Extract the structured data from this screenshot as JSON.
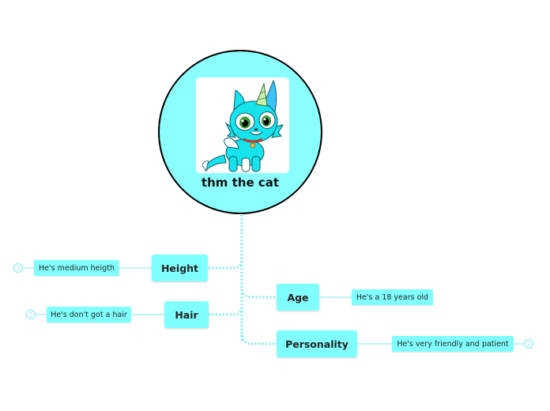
{
  "central": {
    "title": "thm the cat"
  },
  "topics": {
    "height": {
      "label": "Height",
      "detail": "He's medium heigth",
      "badge": "1"
    },
    "hair": {
      "label": "Hair",
      "detail": "He's don't got a hair",
      "badge": "2"
    },
    "age": {
      "label": "Age",
      "detail": "He's a 18 years old"
    },
    "personality": {
      "label": "Personality",
      "detail": "He's very friendly and patient",
      "badge": "2"
    }
  },
  "colors": {
    "node": "#80ffff",
    "connector": "#80e8f0",
    "outline": "#000000"
  }
}
